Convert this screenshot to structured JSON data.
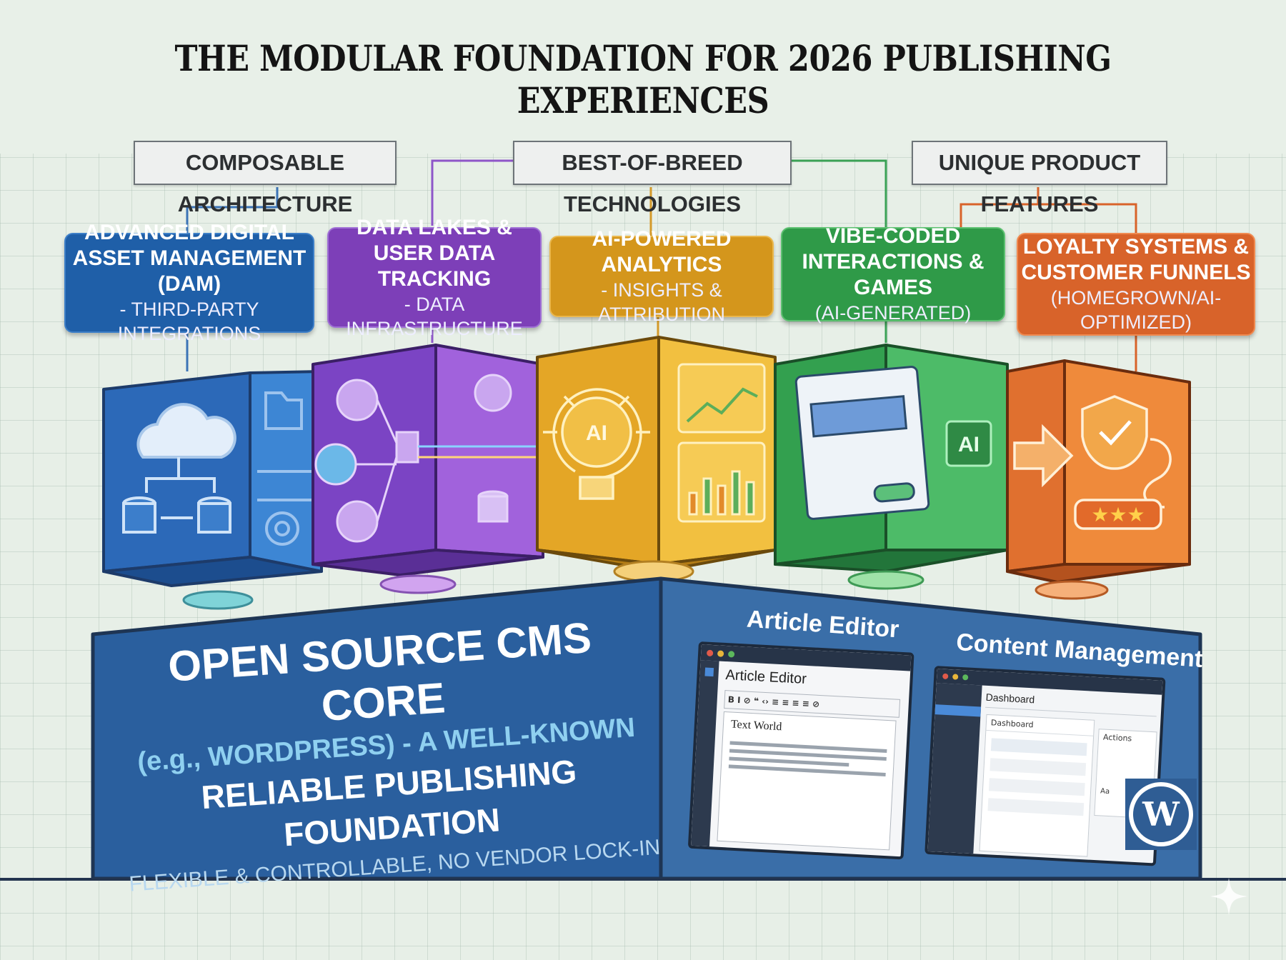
{
  "title": "THE MODULAR FOUNDATION FOR 2026 PUBLISHING EXPERIENCES",
  "categories": [
    {
      "label": "COMPOSABLE ARCHITECTURE"
    },
    {
      "label": "BEST-OF-BREED TECHNOLOGIES"
    },
    {
      "label": "UNIQUE PRODUCT FEATURES"
    }
  ],
  "modules": [
    {
      "heading": "ADVANCED DIGITAL ASSET MANAGEMENT (DAM)",
      "sub": "- THIRD-PARTY INTEGRATIONS",
      "color": "#1f5fa8",
      "icon": "cloud-database-icon"
    },
    {
      "heading": "DATA LAKES & USER DATA TRACKING",
      "sub": "- DATA INFRASTRUCTURE",
      "color": "#7d3fb8",
      "icon": "user-data-flow-icon"
    },
    {
      "heading": "AI-POWERED ANALYTICS",
      "sub": "- INSIGHTS & ATTRIBUTION",
      "color": "#d4961c",
      "icon": "ai-lightbulb-icon"
    },
    {
      "heading": "VIBE-CODED INTERACTIONS & GAMES",
      "sub": "(AI-GENERATED)",
      "color": "#2f9a48",
      "icon": "browser-ai-chip-icon"
    },
    {
      "heading": "LOYALTY SYSTEMS & CUSTOMER FUNNELS",
      "sub": "(HOMEGROWN/AI-OPTIMIZED)",
      "color": "#d8632a",
      "icon": "shield-stars-icon"
    }
  ],
  "cube_labels": {
    "ai_bulb": "AI",
    "ai_chip": "AI"
  },
  "core": {
    "line1": "OPEN SOURCE CMS CORE",
    "line2": "(e.g., WORDPRESS) - A WELL-KNOWN",
    "line3": "RELIABLE PUBLISHING FOUNDATION",
    "line4": "FLEXIBLE & CONTROLLABLE, NO VENDOR LOCK-IN"
  },
  "editor": {
    "heading": "Article Editor",
    "window_title": "Article Editor",
    "toolbar": "B  I  ⊘  ❝  ‹›  ≡  ≡  ≡  ≡  ⊘",
    "body_text": "Text World"
  },
  "content_mgmt": {
    "heading": "Content Management",
    "window_title": "Dashboard",
    "panel_title": "Dashboard",
    "actions_label": "Actions",
    "aa_label": "Aa"
  },
  "colors": {
    "core_blue": "#2a5f9e",
    "core_right": "#3a6ea8",
    "dark_line": "#1e3554"
  }
}
